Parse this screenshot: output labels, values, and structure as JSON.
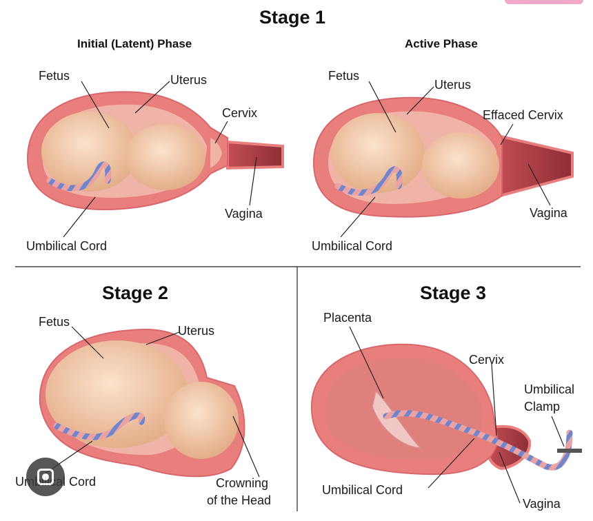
{
  "stage1": {
    "title": "Stage 1",
    "latent": {
      "heading": "Initial (Latent) Phase",
      "labels": {
        "fetus": "Fetus",
        "uterus": "Uterus",
        "cervix": "Cervix",
        "vagina": "Vagina",
        "cord": "Umbilical Cord"
      }
    },
    "active": {
      "heading": "Active Phase",
      "labels": {
        "fetus": "Fetus",
        "uterus": "Uterus",
        "cervix": "Effaced Cervix",
        "vagina": "Vagina",
        "cord": "Umbilical Cord"
      }
    }
  },
  "stage2": {
    "title": "Stage 2",
    "labels": {
      "fetus": "Fetus",
      "uterus": "Uterus",
      "cord": "Umbilical Cord",
      "crowning_line1": "Crowning",
      "crowning_line2": "of the Head"
    }
  },
  "stage3": {
    "title": "Stage 3",
    "labels": {
      "placenta": "Placenta",
      "cervix": "Cervix",
      "clamp_line1": "Umbilical",
      "clamp_line2": "Clamp",
      "cord": "Umbilical Cord",
      "vagina": "Vagina"
    }
  },
  "colors": {
    "uterus_wall": "#e87f7d",
    "uterus_inner": "#d9666a",
    "cavity": "#f0b3a8",
    "fetus_skin": "#f2c8a4",
    "cord_blue": "#6f86cf",
    "cord_pink": "#e9a3a3",
    "vagina": "#b5464c"
  }
}
